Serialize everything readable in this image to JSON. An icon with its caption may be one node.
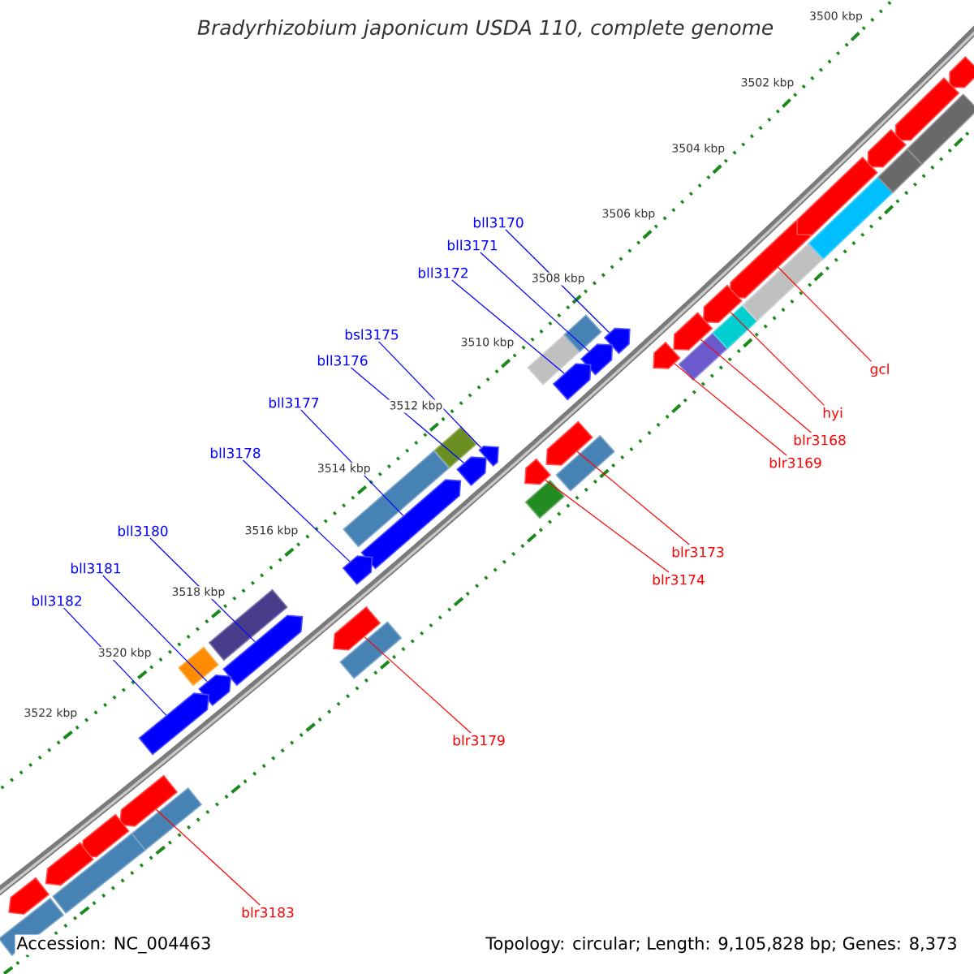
{
  "diagram": {
    "title": "Bradyrhizobium japonicum USDA 110, complete genome",
    "nodes": [
      {
        "text": [
          "bll3170"
        ]
      },
      {
        "text": [
          "bll3171"
        ]
      },
      {
        "text": [
          "bll3172"
        ]
      },
      {
        "text": [
          "bsl3175"
        ]
      },
      {
        "text": [
          "bll3176"
        ]
      },
      {
        "text": [
          "gcl"
        ]
      },
      {
        "text": [
          "bll3177"
        ]
      },
      {
        "text": [
          "hyi"
        ]
      },
      {
        "text": [
          "blr3168"
        ]
      },
      {
        "text": [
          "bll3178"
        ]
      },
      {
        "text": [
          "blr3169"
        ]
      },
      {
        "text": [
          "bll3180"
        ]
      },
      {
        "text": [
          "blr3173"
        ]
      },
      {
        "text": [
          "bll3181"
        ]
      },
      {
        "text": [
          "blr3174"
        ]
      },
      {
        "text": [
          "bll3182"
        ]
      },
      {
        "text": [
          "blr3179"
        ]
      },
      {
        "text": [
          "blr3183"
        ]
      },
      {
        "text": [],
        "shape": "bar"
      },
      {
        "text": [],
        "shape": "bar"
      },
      {
        "text": [],
        "shape": "bar"
      },
      {
        "text": [],
        "shape": "bar"
      },
      {
        "text": [],
        "shape": "bar"
      },
      {
        "text": [],
        "shape": "bar"
      },
      {
        "text": [],
        "shape": "bar"
      },
      {
        "text": [],
        "shape": "bar"
      },
      {
        "text": [],
        "shape": "bar"
      },
      {
        "text": [],
        "shape": "bar"
      },
      {
        "text": [],
        "shape": "bar"
      },
      {
        "text": [],
        "shape": "bar"
      },
      {
        "text": [],
        "shape": "bar"
      },
      {
        "text": [],
        "shape": "bar"
      },
      {
        "text": [],
        "shape": "bar"
      },
      {
        "text": [],
        "shape": "bar"
      },
      {
        "text": [],
        "shape": "bar"
      },
      {
        "text": [],
        "shape": "bar"
      },
      {
        "text": [],
        "shape": "bar"
      },
      {
        "text": [],
        "shape": "bar"
      },
      {
        "text": [],
        "shape": "bar"
      },
      {
        "text": [],
        "shape": "bar"
      },
      {
        "text": [],
        "shape": "bar"
      },
      {
        "text": [],
        "shape": "bar"
      },
      {
        "text": [],
        "shape": "bar"
      }
    ],
    "edges": [
      {
        "from": 0,
        "to": 21,
        "arrow": "none"
      },
      {
        "from": 1,
        "to": 23,
        "arrow": "none"
      },
      {
        "from": 2,
        "to": 24,
        "arrow": "none"
      },
      {
        "from": 3,
        "to": 26,
        "arrow": "none"
      },
      {
        "from": 4,
        "to": 27,
        "arrow": "none"
      },
      {
        "from": 5,
        "to": 18,
        "arrow": "none",
        "color": "#ff0000"
      },
      {
        "from": 6,
        "to": 29,
        "arrow": "none"
      },
      {
        "from": 7,
        "to": 19,
        "arrow": "none",
        "color": "#ff0000"
      },
      {
        "from": 8,
        "to": 20,
        "arrow": "none",
        "color": "#ff0000"
      },
      {
        "from": 9,
        "to": 30,
        "arrow": "none"
      },
      {
        "from": 10,
        "to": 22,
        "arrow": "none",
        "color": "#ff0000"
      },
      {
        "from": 11,
        "to": 32,
        "arrow": "none"
      },
      {
        "from": 12,
        "to": 25,
        "arrow": "none",
        "color": "#ff0000"
      },
      {
        "from": 13,
        "to": 33,
        "arrow": "none"
      },
      {
        "from": 14,
        "to": 28,
        "arrow": "none",
        "color": "#ff0000"
      },
      {
        "from": 15,
        "to": 34,
        "arrow": "none"
      },
      {
        "from": 16,
        "to": 31,
        "arrow": "none",
        "color": "#ff0000"
      },
      {
        "from": 17,
        "to": 35,
        "arrow": "none",
        "color": "#ff0000"
      }
    ],
    "labels": [
      "3500 kbp",
      "3502 kbp",
      "3504 kbp",
      "3506 kbp",
      "3508 kbp",
      "3510 kbp",
      "3512 kbp",
      "3514 kbp",
      "3516 kbp",
      "3518 kbp",
      "3520 kbp",
      "3522 kbp",
      "Accession: NC_004463",
      "Topology: circular; Length: 9,105,828 bp; Genes: 8,373"
    ]
  }
}
